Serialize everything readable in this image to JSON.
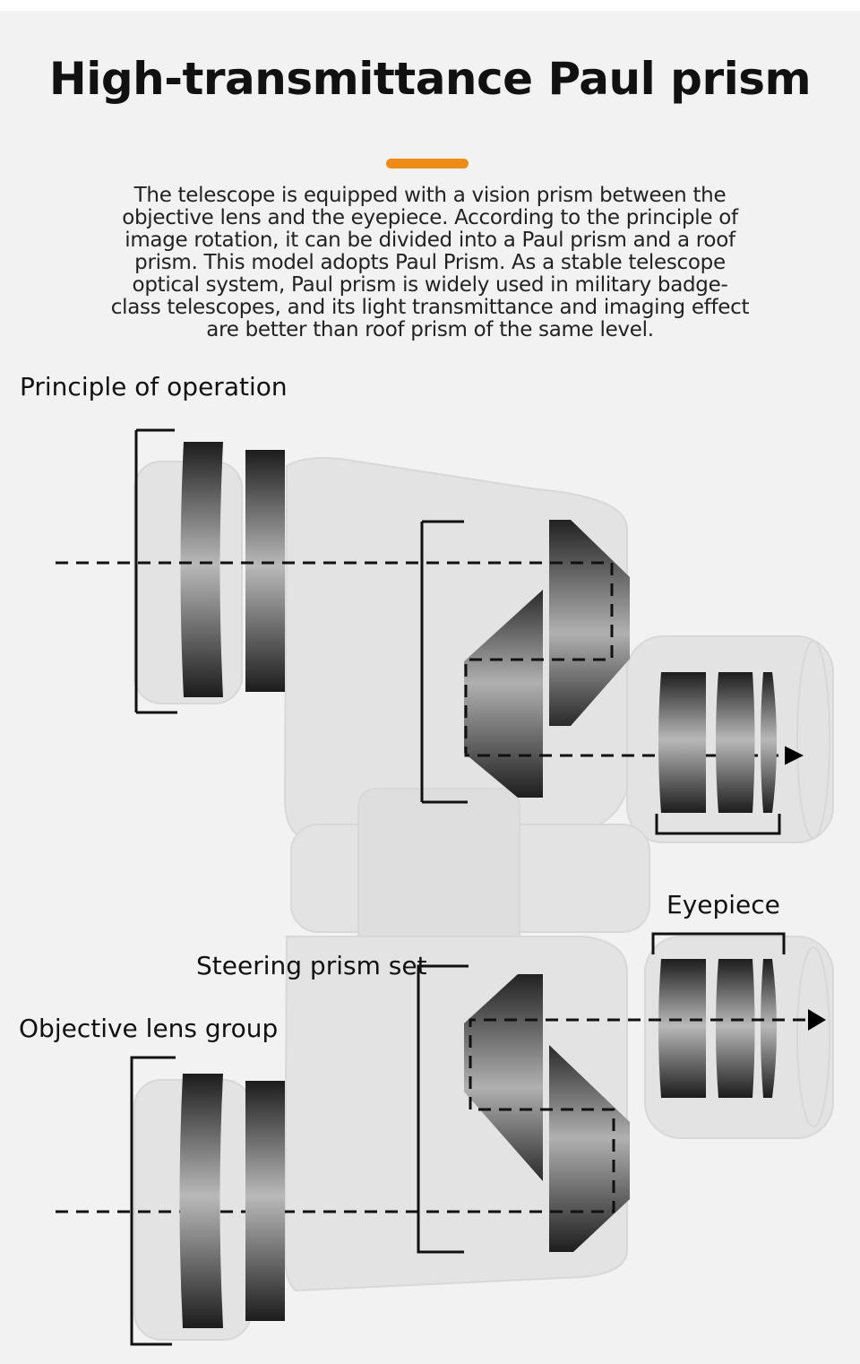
{
  "title": "High-transmittance Paul prism",
  "accent_color": "#ef8a12",
  "description": "The telescope is equipped with a vision prism between the objective lens and the eyepiece. According to the principle of image rotation, it can be divided into a Paul prism and a roof prism. This model adopts Paul Prism. As a stable telescope optical system, Paul prism is widely used in military badge-class telescopes, and its light transmittance and imaging effect are better than roof prism of the same level.",
  "section_heading": "Principle of operation",
  "diagram": {
    "labels": {
      "eyepiece": "Eyepiece",
      "steering": "Steering prism set",
      "objective": "Objective lens group"
    }
  }
}
